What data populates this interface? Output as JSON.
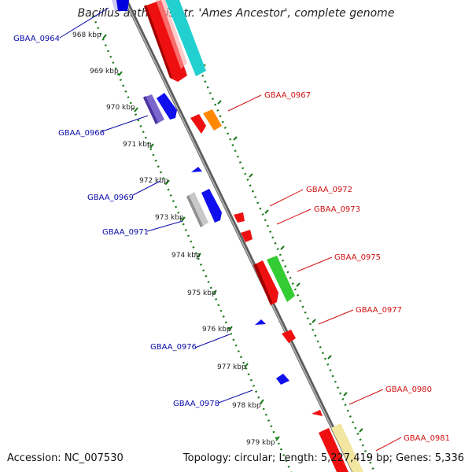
{
  "title": "Bacillus anthracis str. 'Ames Ancestor', complete genome",
  "accession_text": "Accession: NC_007530",
  "topology_text": "Topology: circular; Length: 5,227,419 bp; Genes: 5,336",
  "colors": {
    "backbone": "#7a7a7a",
    "ruler": "#1a7a1a",
    "label_left": "#0a0aa8",
    "label_right": "#d01010"
  },
  "ruler_labels": [
    "968 kbp",
    "969 kbp",
    "970 kbp",
    "971 kbp",
    "972 kbp",
    "973 kbp",
    "974 kbp",
    "975 kbp",
    "976 kbp",
    "977 kbp",
    "978 kbp",
    "979 kbp"
  ],
  "left_labels": [
    "GBAA_0964",
    "GBAA_0966",
    "GBAA_0969",
    "GBAA_0971",
    "GBAA_0976",
    "GBAA_0978"
  ],
  "right_labels": [
    "GBAA_0967",
    "GBAA_0972",
    "GBAA_0973",
    "GBAA_0975",
    "GBAA_0977",
    "GBAA_0980",
    "GBAA_0981"
  ]
}
